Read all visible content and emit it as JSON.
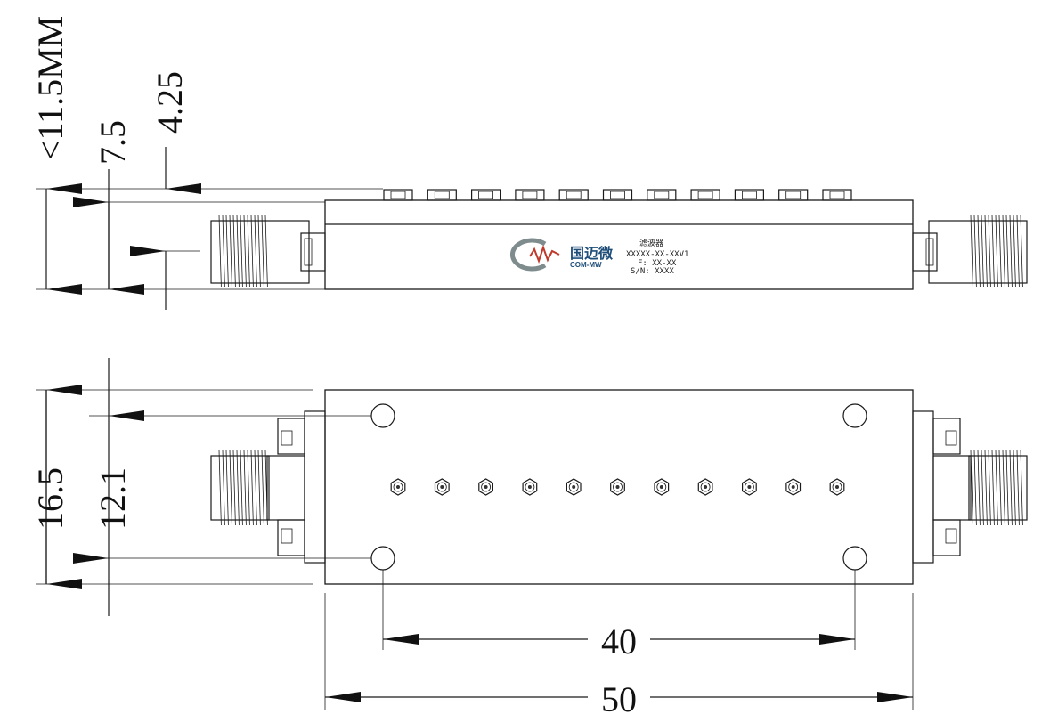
{
  "dimensions": {
    "max_height": "<11.5MM",
    "conn_height": "7.5",
    "center_height": "4.25",
    "width": "16.5",
    "hole_spacing_v": "12.1",
    "hole_spacing_h": "40",
    "length": "50"
  },
  "label": {
    "brand_name": "国迈微",
    "brand_sub": "COM-MW",
    "logo_letters": "MW",
    "product": "滤波器",
    "model": "XXXXX-XX-XXV1",
    "freq": "F: XX-XX",
    "serial": "S/N: XXXX"
  },
  "colors": {
    "brand_blue": "#1f4e79",
    "brand_red": "#c0392b",
    "brand_gray": "#7f8c8d"
  },
  "tuning_screw_count": 11
}
